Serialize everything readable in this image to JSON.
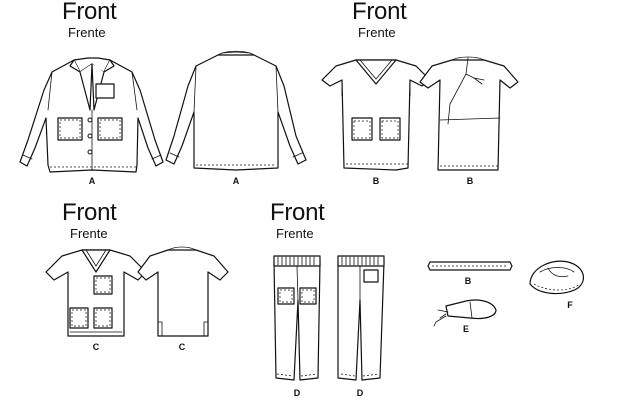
{
  "headings": [
    {
      "title": "Front",
      "subtitle": "Frente"
    },
    {
      "title": "Front",
      "subtitle": "Frente"
    },
    {
      "title": "Front",
      "subtitle": "Frente"
    },
    {
      "title": "Front",
      "subtitle": "Frente"
    }
  ],
  "views": {
    "jacket_front": "A",
    "jacket_back": "A",
    "dress_front": "B",
    "dress_back": "B",
    "top_front": "C",
    "top_back": "C",
    "pants_front": "D",
    "pants_back": "D",
    "tie_belt": "B",
    "tie_cap": "E",
    "cap": "F"
  }
}
